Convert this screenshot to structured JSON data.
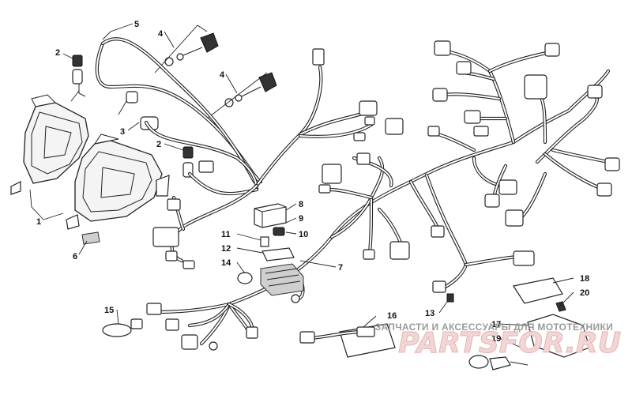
{
  "diagram": {
    "callouts": {
      "c1": "1",
      "c2a": "2",
      "c2b": "2",
      "c3": "3",
      "c4a": "4",
      "c4b": "4",
      "c5": "5",
      "c6": "6",
      "c7": "7",
      "c8": "8",
      "c9": "9",
      "c10": "10",
      "c11": "11",
      "c12": "12",
      "c13": "13",
      "c14": "14",
      "c15": "15",
      "c16": "16",
      "c17": "17",
      "c18": "18",
      "c19": "19",
      "c20": "20"
    }
  },
  "watermark": {
    "tagline": "ЗАПЧАСТИ И АКСЕССУАРЫ ДЛЯ МОТОТЕХНИКИ",
    "brand": "PARTSFOR.RU"
  },
  "colors": {
    "ink": "#222222",
    "watermark": "#e6b3b3"
  }
}
